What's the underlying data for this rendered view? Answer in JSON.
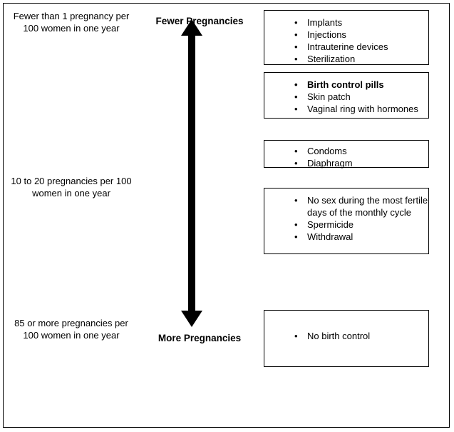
{
  "diagram": {
    "title_top": "Fewer Pregnancies",
    "title_bottom": "More Pregnancies",
    "effectiveness_labels": [
      "Fewer than 1 pregnancy per 100 women in one year",
      "10 to 20 pregnancies per 100 women in one year",
      "85 or more pregnancies per 100 women in one year"
    ],
    "bullet_glyph": "•",
    "groups": [
      {
        "items": [
          {
            "text": "Implants",
            "bold": false
          },
          {
            "text": "Injections",
            "bold": false
          },
          {
            "text": "Intrauterine devices",
            "bold": false
          },
          {
            "text": "Sterilization",
            "bold": false
          }
        ]
      },
      {
        "items": [
          {
            "text": "Birth control pills",
            "bold": true
          },
          {
            "text": "Skin patch",
            "bold": false
          },
          {
            "text": "Vaginal ring with hormones",
            "bold": false
          }
        ]
      },
      {
        "items": [
          {
            "text": "Condoms",
            "bold": false
          },
          {
            "text": "Diaphragm",
            "bold": false
          }
        ]
      },
      {
        "items": [
          {
            "text": "No sex during the most fertile days of the monthly cycle",
            "bold": false
          },
          {
            "text": "Spermicide",
            "bold": false
          },
          {
            "text": "Withdrawal",
            "bold": false
          }
        ]
      },
      {
        "items": [
          {
            "text": "No birth control",
            "bold": false
          }
        ]
      }
    ]
  }
}
